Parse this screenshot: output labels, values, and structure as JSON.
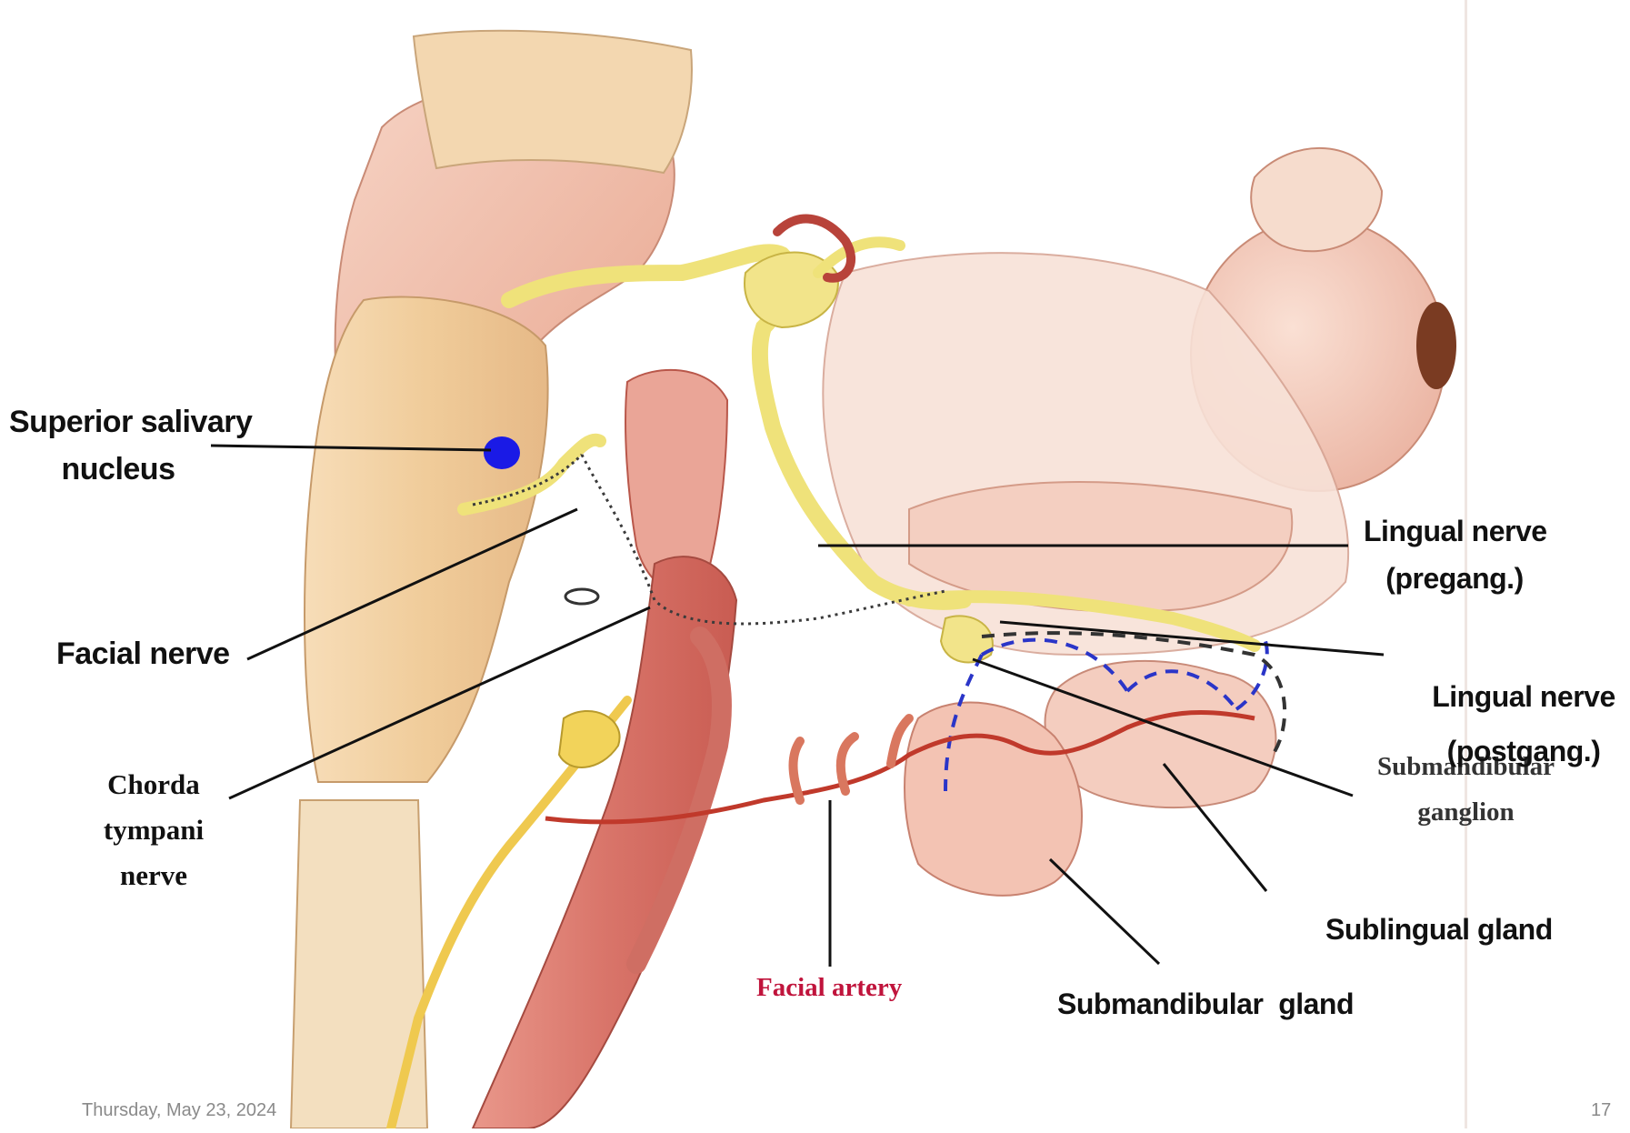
{
  "labels": {
    "superior_salivary_line1": "Superior salivary",
    "superior_salivary_line2": "nucleus",
    "facial_nerve": "Facial nerve",
    "chorda_line1": "Chorda",
    "chorda_line2": "tympani",
    "chorda_line3": "nerve",
    "lingual_pre_line1": "Lingual nerve",
    "lingual_pre_line2": "(pregang.)",
    "lingual_post_line1": "Lingual nerve",
    "lingual_post_line2": "(postgang.)",
    "submandibular_ganglion_line1": "Submandibular",
    "submandibular_ganglion_line2": "ganglion",
    "sublingual_gland": "Sublingual gland",
    "submandibular_gland": "Submandibular  gland",
    "facial_artery": "Facial artery"
  },
  "footer": {
    "date": "Thursday, May 23, 2024",
    "page_number": "17"
  },
  "colors": {
    "nerve_yellow": "#efe27a",
    "nucleus_blue": "#1a1ae6",
    "artery_red": "#c0392b",
    "tissue_pink": "#f2c3b3",
    "facial_artery_label": "#c0143c"
  }
}
